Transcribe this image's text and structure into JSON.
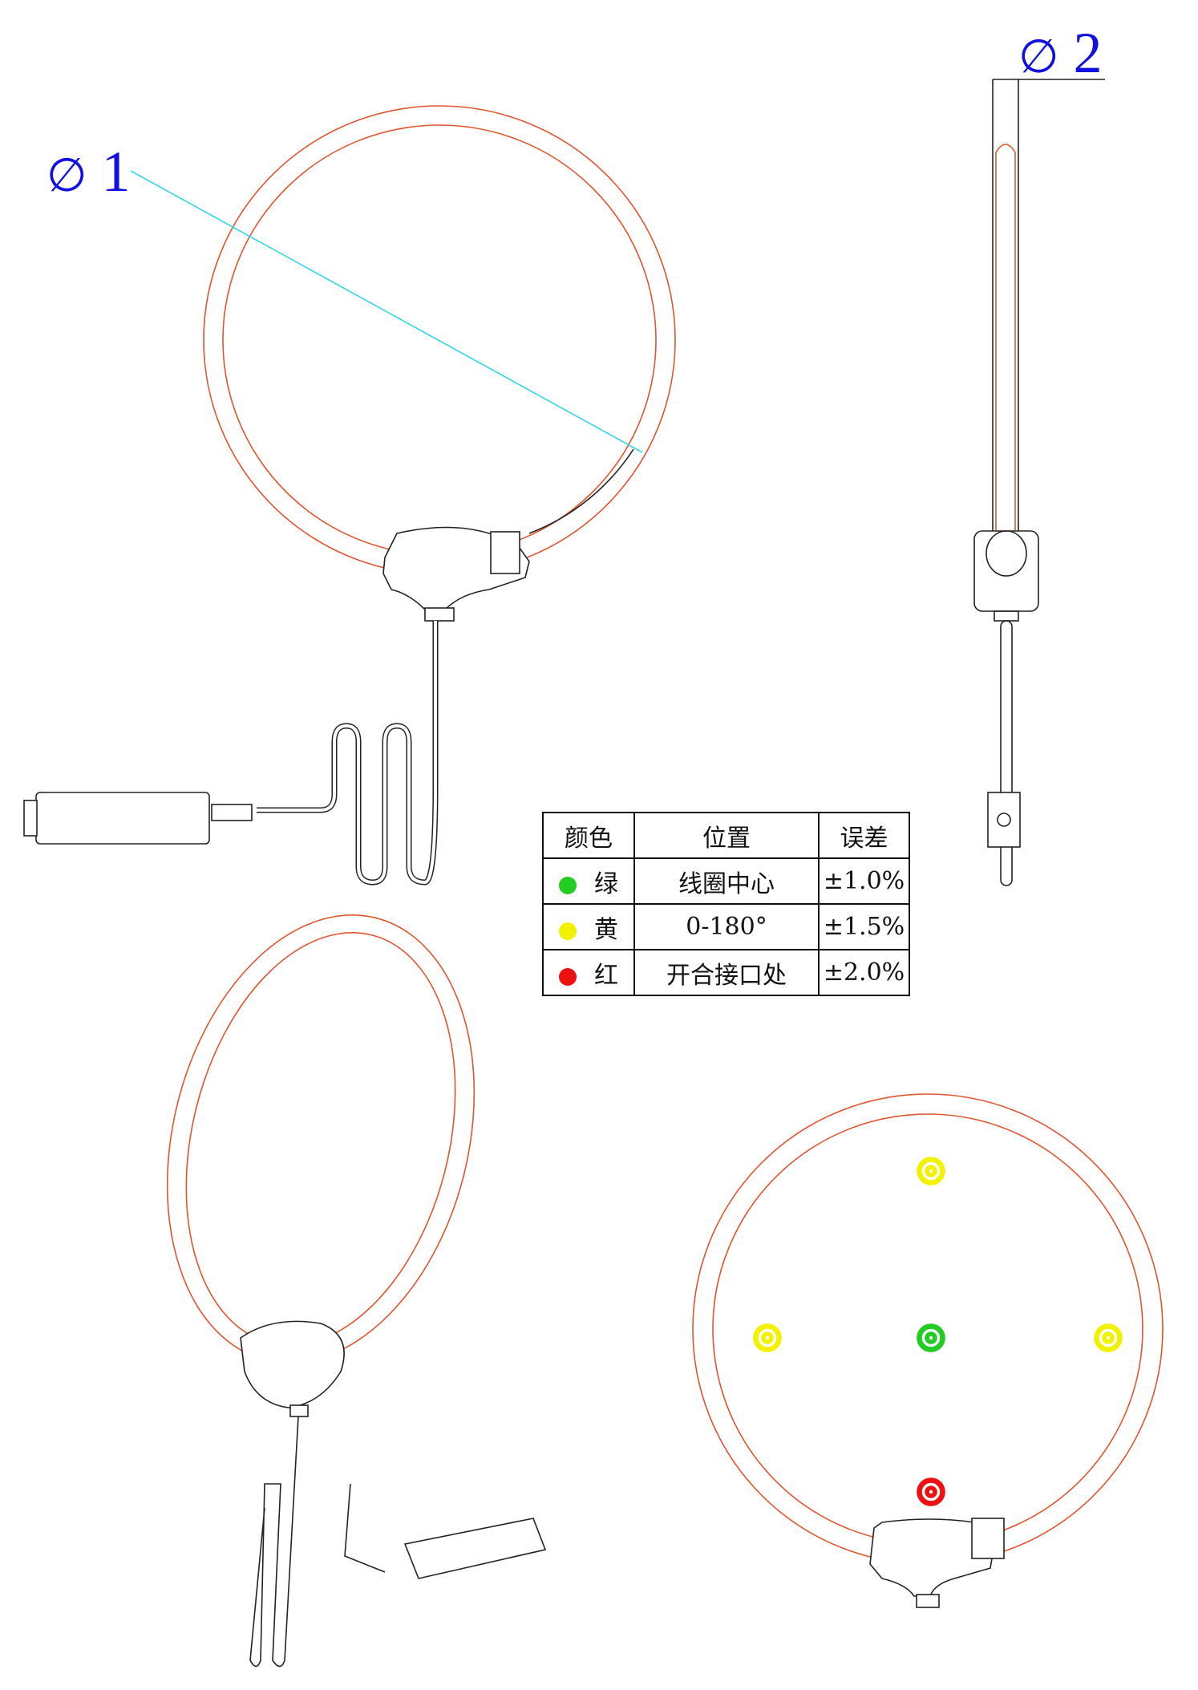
{
  "dimensions": {
    "diameter_1": {
      "symbol": "∅",
      "number": "1"
    },
    "diameter_2": {
      "symbol": "∅",
      "number": "2"
    }
  },
  "legend_table": {
    "headers": [
      "颜色",
      "位置",
      "误差"
    ],
    "rows": [
      {
        "color_name": "绿",
        "color": "#22cc22",
        "position": "线圈中心",
        "error": "±1.0%"
      },
      {
        "color_name": "黄",
        "color": "#f2f200",
        "position": "0-180°",
        "error": "±1.5%"
      },
      {
        "color_name": "红",
        "color": "#ee1111",
        "position": "开合接口处",
        "error": "±2.0%"
      }
    ]
  },
  "colors": {
    "coil": "#e0552f",
    "leader": "#33d6e6",
    "dimension": "#1010e0"
  }
}
